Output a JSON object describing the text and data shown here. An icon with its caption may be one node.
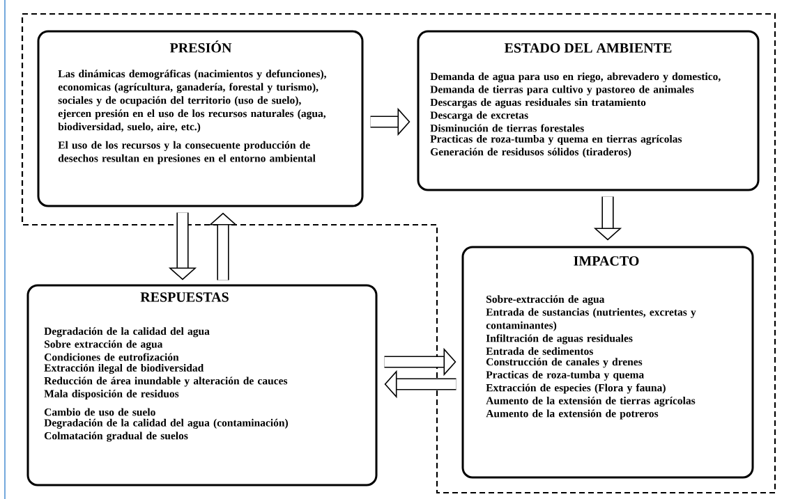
{
  "diagram": {
    "nodes": [
      {
        "text": [
          "PRESIÓN",
          "Las dinámicas demográficas (nacimientos y defunciones), economicas (agrícultura, ganadería, forestal y turismo), sociales y de ocupación del territorio (uso de suelo), ejercen presión en el uso de los recursos naturales (agua, biodiversidad, suelo, aire, etc.)",
          "El uso de los recursos y la consecuente producción de desechos resultan en presiones en el entorno ambiental"
        ]
      },
      {
        "text": [
          "ESTADO DEL AMBIENTE",
          "Demanda de agua para uso en riego, abrevadero y domestico,",
          "Demanda de tierras para cultivo y pastoreo de animales",
          "Descargas de aguas residuales sin tratamiento",
          "Descarga de excretas",
          "Disminución de tierras forestales",
          "Practicas de roza-tumba y quema en tierras agrícolas",
          "Generación de residusos sólidos (tiraderos)"
        ]
      },
      {
        "text": [
          "RESPUESTAS",
          "Degradación de la calidad del agua",
          "Sobre extracción de agua",
          "Condiciones de eutrofización",
          "Extracción ilegal de biodiversidad",
          "Reducción de área inundable y alteración de cauces",
          "Mala disposición de residuos",
          "Cambio de uso de suelo",
          "Degradación de la calidad del agua (contaminación)",
          "Colmatación gradual de suelos"
        ]
      },
      {
        "text": [
          "IMPACTO",
          "Sobre-extracción de agua",
          "Entrada de sustancias (nutrientes, excretas y contaminantes)",
          "Infiltración de aguas residuales",
          "Entrada de sedimentos",
          "Construcción de canales y drenes",
          "Practicas de roza-tumba y quema",
          "Extracción de especies (Flora y fauna)",
          "Aumento de la extensión de tierras agrícolas",
          "Aumento de la extensión de potreros"
        ]
      }
    ],
    "edges": [
      {
        "from": 0,
        "to": 1,
        "arrow": "to"
      },
      {
        "from": 1,
        "to": 3,
        "arrow": "to"
      },
      {
        "from": 0,
        "to": 2,
        "arrow": "to"
      },
      {
        "from": 2,
        "to": 0,
        "arrow": "to"
      },
      {
        "from": 2,
        "to": 3,
        "arrow": "to"
      },
      {
        "from": 3,
        "to": 2,
        "arrow": "to"
      }
    ]
  }
}
